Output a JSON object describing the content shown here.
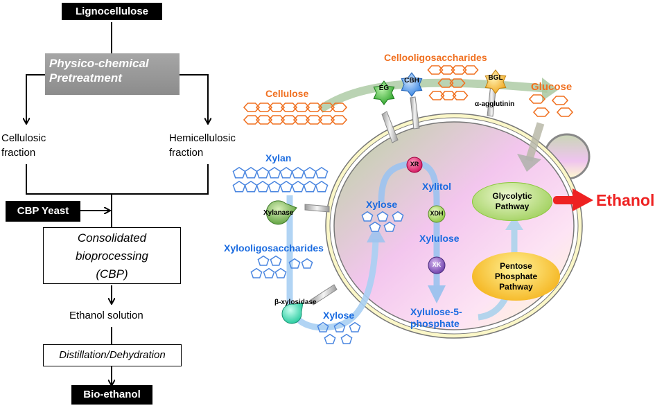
{
  "flowchart": {
    "lignocellulose": "Lignocellulose",
    "pretreatment_line1": "Physico-chemical",
    "pretreatment_line2": "Pretreatment",
    "cellulosic_line1": "Cellulosic",
    "cellulosic_line2": "fraction",
    "hemicellulosic_line1": "Hemicellulosic",
    "hemicellulosic_line2": "fraction",
    "cbp_yeast": "CBP Yeast",
    "cbp_line1": "Consolidated",
    "cbp_line2": "bioprocessing",
    "cbp_line3": "(CBP)",
    "ethanol_solution": "Ethanol solution",
    "distillation": "Distillation/Dehydration",
    "bioethanol": "Bio-ethanol"
  },
  "cell_diagram": {
    "cellulose": "Cellulose",
    "cellooligosaccharides": "Cellooligosaccharides",
    "glucose": "Glucose",
    "enzymes": {
      "eg": "EG",
      "cbh": "CBH",
      "bgl": "BGL",
      "anchor": "α-agglutinin",
      "xylanase": "Xylanase",
      "beta_xylosidase": "β-xylosidase",
      "xr": "XR",
      "xdh": "XDH",
      "xk": "XK"
    },
    "xylan": "Xylan",
    "xylooligosaccharides": "Xylooligosaccharides",
    "xylose_outside": "Xylose",
    "xylose_inside": "Xylose",
    "xylitol": "Xylitol",
    "xylulose": "Xylulose",
    "xylulose5p_line1": "Xylulose-5-",
    "xylulose5p_line2": "phosphate",
    "glycolytic_line1": "Glycolytic",
    "glycolytic_line2": "Pathway",
    "ppp_line1": "Pentose",
    "ppp_line2": "Phosphate",
    "ppp_line3": "Pathway",
    "ethanol": "Ethanol"
  },
  "colors": {
    "orange": "#f07020",
    "blue": "#1a6be0",
    "red": "#ee2222"
  }
}
